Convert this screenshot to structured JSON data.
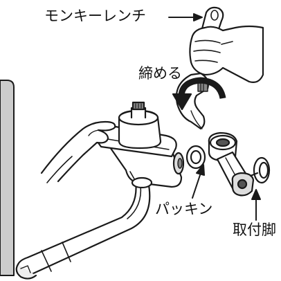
{
  "labels": {
    "wrench": "モンキーレンチ",
    "tighten": "締める",
    "packing": "パッキン",
    "mounting_leg": "取付脚"
  },
  "colors": {
    "line": "#1a1a1a",
    "side_panel": "#cccccc",
    "shade_dark": "#555555",
    "shade_mid": "#888888",
    "shade_light": "#dddddd"
  }
}
